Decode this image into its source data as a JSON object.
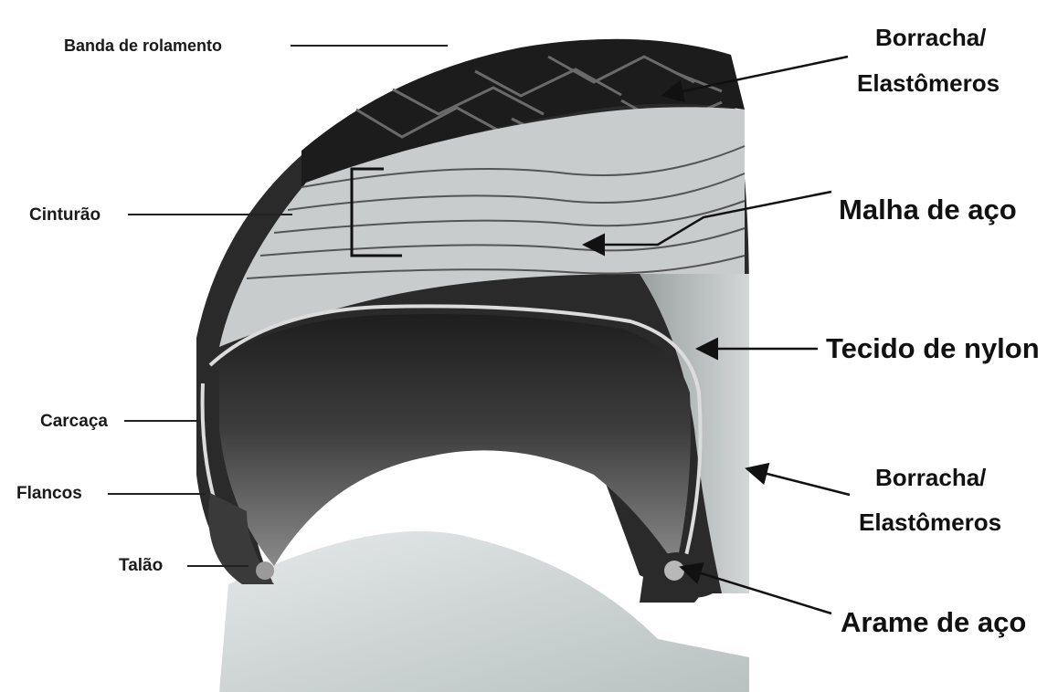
{
  "labels": {
    "banda_de_rolamento": "Banda de rolamento",
    "cinturao": "Cinturão",
    "carcaca": "Carcaça",
    "flancos": "Flancos",
    "talao": "Talão",
    "borracha_top_line1": "Borracha/",
    "borracha_top_line2": "Elastômeros",
    "malha_de_aco": "Malha de aço",
    "tecido_de_nylon": "Tecido de nylon",
    "borracha_bottom_line1": "Borracha/",
    "borracha_bottom_line2": "Elastômeros",
    "arame_de_aco": "Arame de aço"
  }
}
